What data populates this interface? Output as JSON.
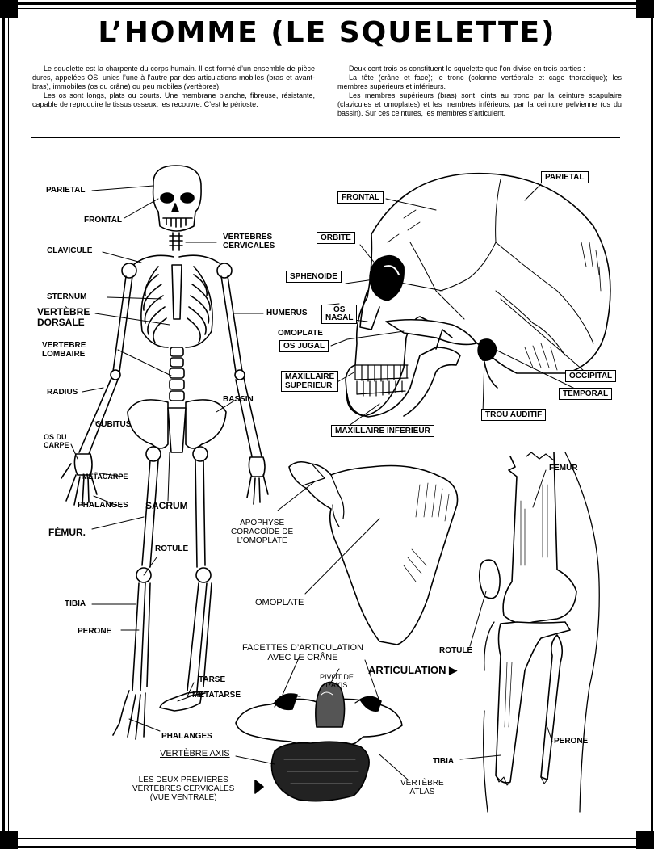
{
  "title": "L’HOMME (LE SQUELETTE)",
  "intro": {
    "left": [
      "Le squelette est la charpente du corps humain. Il est formé d’un ensemble de pièce dures, appelées OS, unies l’une à l’autre par des articulations mobiles (bras et avant-bras), immobiles (os du crâne) ou peu mobiles (vertèbres).",
      "Les os sont longs, plats ou courts. Une membrane blanche, fibreuse, résistante, capable de reproduire le tissus osseux, les recouvre. C’est le périoste."
    ],
    "right": [
      "Deux cent trois os constituent le squelette que l’on divise en trois parties :",
      "La tête (crâne et face); le tronc (colonne vertébrale et cage thoracique); les membres supérieurs et inférieurs.",
      "Les membres supérieurs (bras) sont joints au tronc par la ceinture scapulaire (clavicules et omoplates) et les membres inférieurs, par la ceinture pelvienne (os du bassin). Sur ces ceintures, les membres s’articulent."
    ]
  },
  "skeleton_labels": {
    "parietal": "PARIETAL",
    "frontal": "FRONTAL",
    "clavicule": "CLAVICULE",
    "vertebres_cervicales_1": "VERTEBRES",
    "vertebres_cervicales_2": "CERVICALES",
    "sternum": "STERNUM",
    "vertebre_dorsale_1": "VERTÈBRE",
    "vertebre_dorsale_2": "DORSALE",
    "humerus": "HUMERUS",
    "omoplate": "OMOPLATE",
    "vertebre_lombaire_1": "VERTEBRE",
    "vertebre_lombaire_2": "LOMBAIRE",
    "radius": "RADIUS",
    "bassin": "BASSIN",
    "cubitus": "CUBITUS",
    "os_du_carpe_1": "OS DU",
    "os_du_carpe_2": "CARPE",
    "metacarpe": "METACARPE",
    "phalanges_hand": "PHALANGES",
    "sacrum": "SACRUM",
    "femur": "FÉMUR.",
    "rotule": "ROTULE",
    "tibia": "TIBIA",
    "perone": "PERONE",
    "tarse": "TARSE",
    "metatarse": "METATARSE",
    "phalanges_foot": "PHALANGES"
  },
  "skull_labels": {
    "parietal": "PARIETAL",
    "frontal": "FRONTAL",
    "orbite": "ORBITE",
    "sphenoide": "SPHENOIDE",
    "os_nasal_1": "OS",
    "os_nasal_2": "NASAL",
    "os_jugal": "OS JUGAL",
    "maxillaire_sup_1": "MAXILLAIRE",
    "maxillaire_sup_2": "SUPERIEUR",
    "occipital": "OCCIPITAL",
    "temporal": "TEMPORAL",
    "trou_auditif": "TROU AUDITIF",
    "maxillaire_inf": "MAXILLAIRE INFERIEUR"
  },
  "scapula_labels": {
    "apophyse_1": "APOPHYSE",
    "apophyse_2": "CORACOÏDE DE",
    "apophyse_3": "L’OMOPLATE",
    "omoplate": "OMOPLATE"
  },
  "knee_labels": {
    "femur": "FEMUR",
    "rotule": "ROTULE",
    "perone": "PERONE",
    "tibia": "TIBIA"
  },
  "vertebra_labels": {
    "facettes_1": "FACETTES D’ARTICULATION",
    "facettes_2": "AVEC LE CRÂNE",
    "articulation": "ARTICULATION ▶",
    "pivot_1": "PIVOT DE",
    "pivot_2": "L’AXIS",
    "vertebre_axis": "VERTÈBRE AXIS",
    "deux_1": "LES DEUX PREMIÈRES",
    "deux_2": "VERTÈBRES CERVICALES",
    "deux_3": "(VUE VENTRALE)",
    "atlas_1": "VERTÈBRE",
    "atlas_2": "ATLAS"
  },
  "colors": {
    "ink": "#000000",
    "paper": "#ffffff",
    "bone_shade": "#d9d9d9"
  }
}
